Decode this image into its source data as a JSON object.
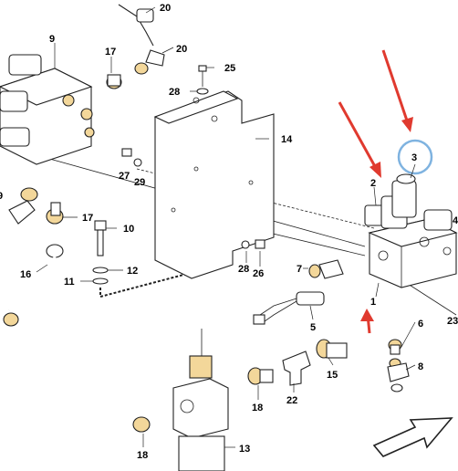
{
  "labels": {
    "l1": "1",
    "l2": "2",
    "l3": "3",
    "l4": "4",
    "l5": "5",
    "l6": "6",
    "l7": "7",
    "l8": "8",
    "l9": "9",
    "l9b": "9",
    "l10": "10",
    "l11": "11",
    "l12": "12",
    "l13": "13",
    "l14": "14",
    "l15": "15",
    "l16": "16",
    "l17a": "17",
    "l17b": "17",
    "l18a": "18",
    "l18b": "18",
    "l20a": "20",
    "l20b": "20",
    "l22": "22",
    "l23": "23",
    "l25": "25",
    "l26": "26",
    "l27": "27",
    "l28a": "28",
    "l28b": "28",
    "l29": "29"
  },
  "colors": {
    "arrow_red": "#e03a2f",
    "highlight_circle": "#7fb3e0",
    "fitting_yellow": "#f3d79a",
    "line": "#222222"
  }
}
